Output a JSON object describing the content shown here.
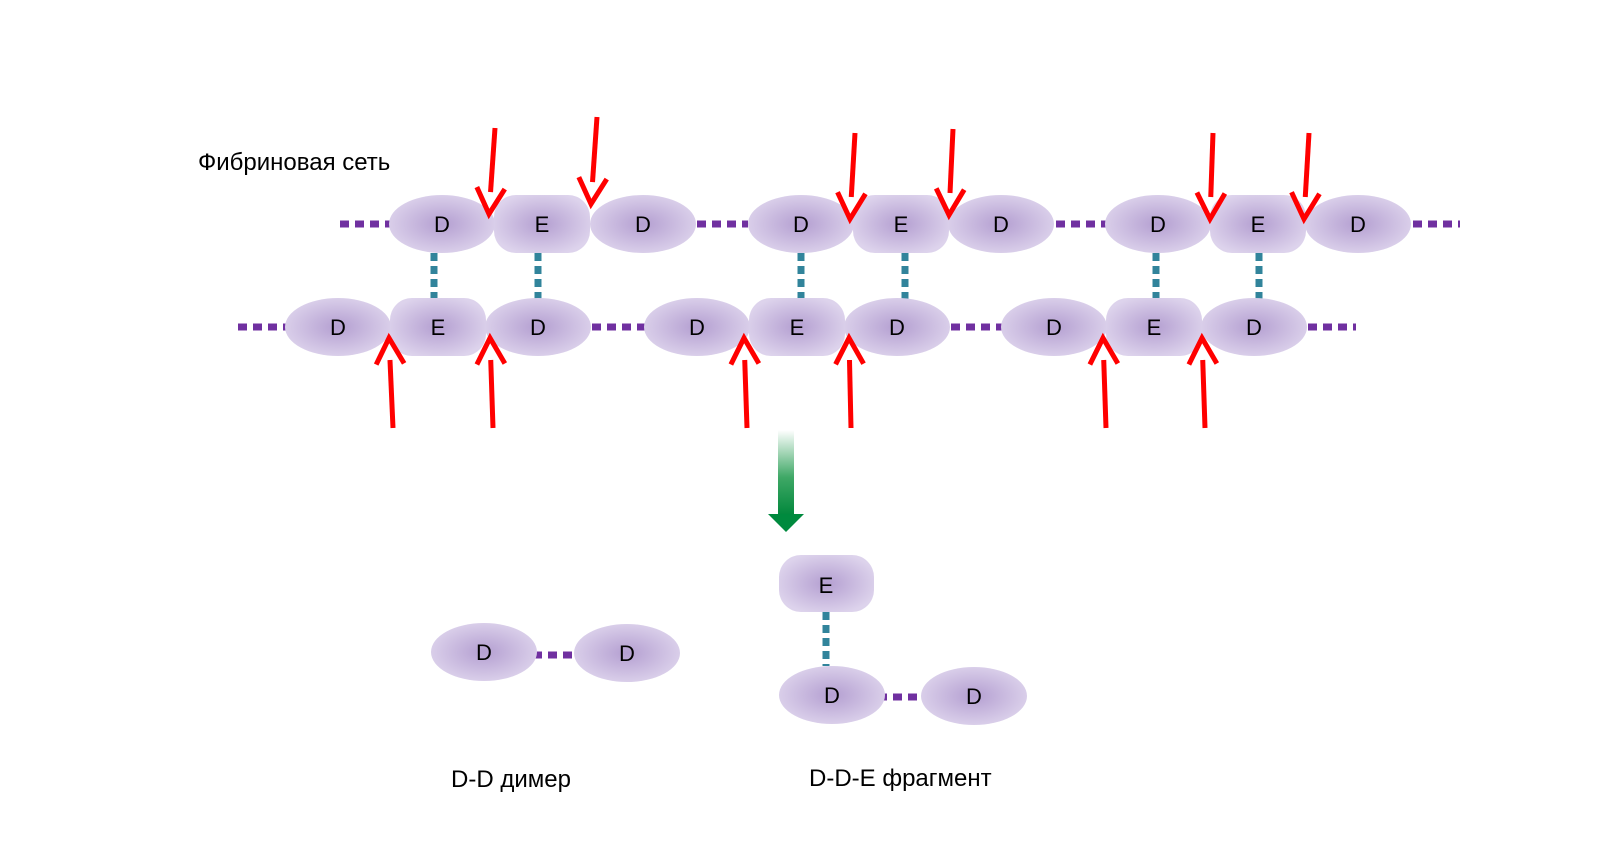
{
  "title": "Фибриновая сеть",
  "captions": {
    "dd_dimer": "D-D димер",
    "dde_fragment": "D-D-E фрагмент"
  },
  "node_labels": {
    "d": "D",
    "e": "E"
  },
  "colors": {
    "node_fill": "#cbbde0",
    "node_fill_center": "#b9a6d4",
    "chain_link": "#7030a0",
    "crosslink": "#31849b",
    "cleavage_arrow": "#ff0000",
    "process_arrow": "#008a3e"
  },
  "icons": {
    "cleavage": "red-arrow-icon",
    "process": "down-arrow-icon"
  }
}
